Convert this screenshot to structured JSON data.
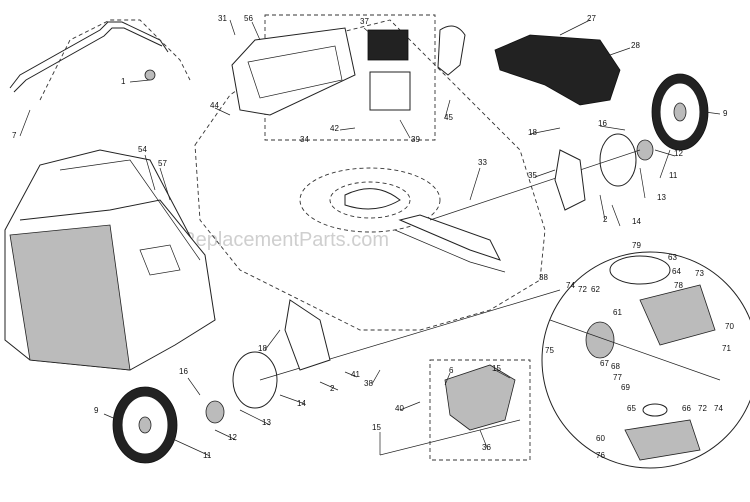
{
  "watermark": "eReplacementParts.com",
  "labels": [
    "1",
    "2",
    "2",
    "6",
    "7",
    "9",
    "9",
    "11",
    "11",
    "12",
    "12",
    "13",
    "13",
    "14",
    "14",
    "15",
    "15",
    "16",
    "16",
    "18",
    "18",
    "27",
    "28",
    "31",
    "33",
    "34",
    "35",
    "36",
    "37",
    "38",
    "38",
    "39",
    "40",
    "41",
    "42",
    "44",
    "45",
    "54",
    "56",
    "57",
    "60",
    "61",
    "62",
    "63",
    "64",
    "65",
    "66",
    "67",
    "68",
    "69",
    "70",
    "71",
    "72",
    "72",
    "73",
    "74",
    "74",
    "75",
    "76",
    "77",
    "78",
    "79"
  ]
}
